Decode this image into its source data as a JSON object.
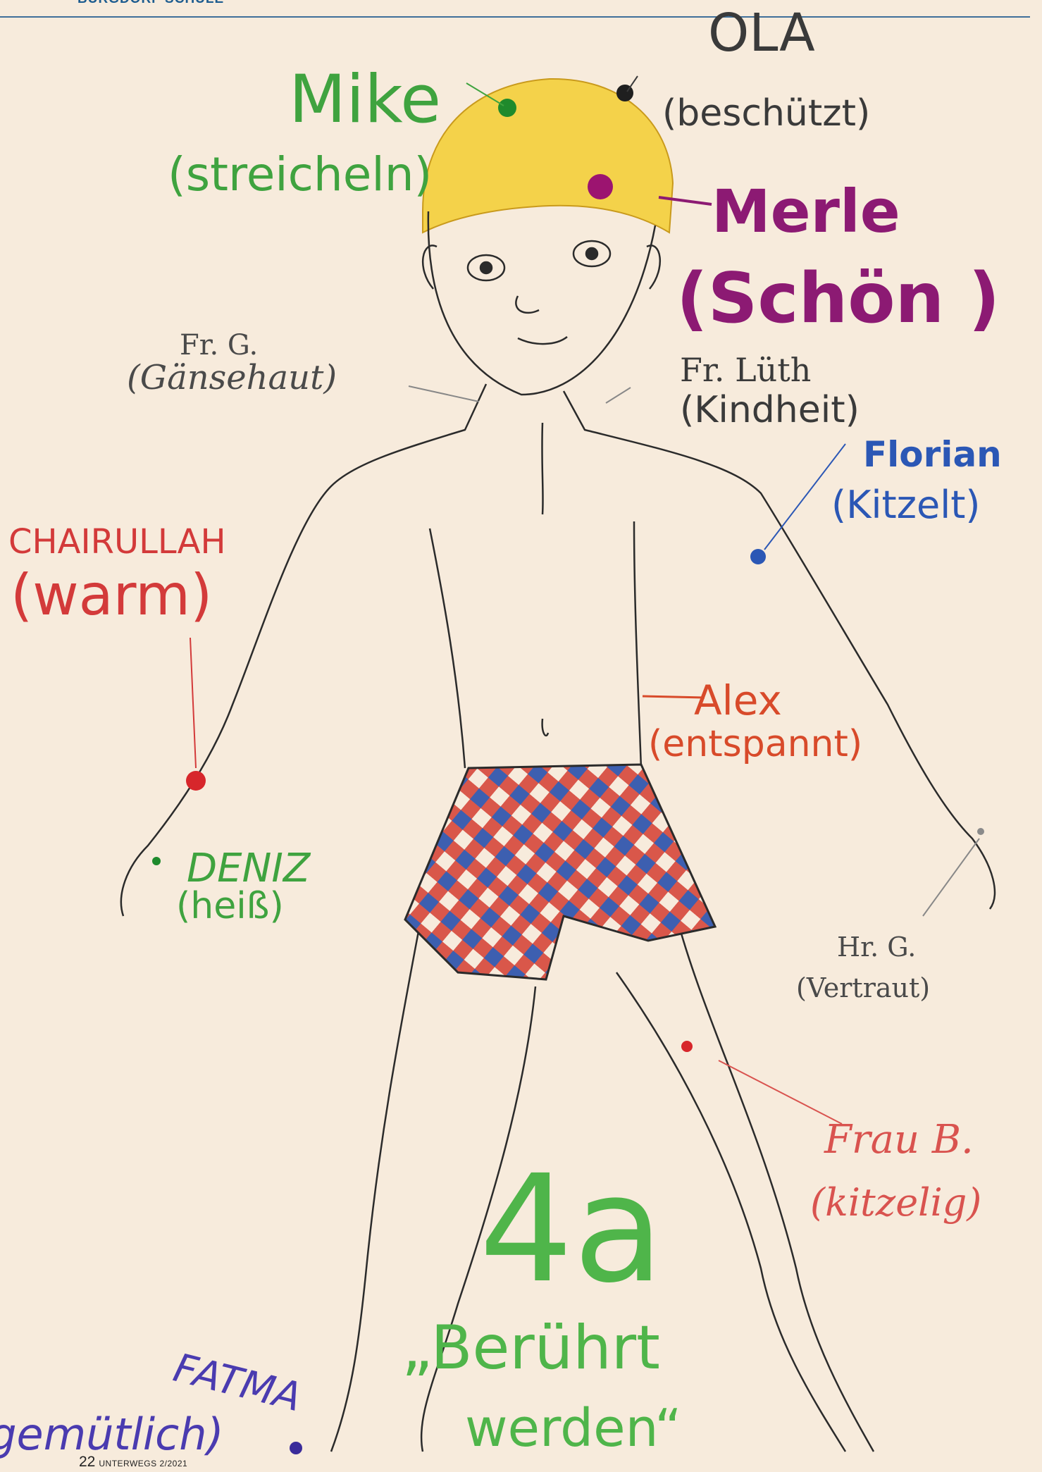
{
  "header": {
    "section_label": "BURGDORF SCHULE"
  },
  "drawing": {
    "class_label": "4a",
    "title_line1": "„Berührt",
    "title_line2": "werden“",
    "annotations": [
      {
        "name": "Mike",
        "feeling": "(streicheln)",
        "color": "#3fa33f"
      },
      {
        "name": "OLA",
        "feeling": "(beschützt)",
        "color": "#3a3a3a"
      },
      {
        "name": "Merle",
        "feeling": "(Schön )",
        "color": "#8c1a73"
      },
      {
        "name": "Fr. G.",
        "feeling": "(Gänsehaut)",
        "color": "#4a4a4a"
      },
      {
        "name": "Fr. Lüth",
        "feeling": "(Kindheit)",
        "color": "#3a3a3a"
      },
      {
        "name": "Florian",
        "feeling": "(Kitzelt)",
        "color": "#2b57b5"
      },
      {
        "name": "CHAIRULLAH",
        "feeling": "(warm)",
        "color": "#d33a3a"
      },
      {
        "name": "Alex",
        "feeling": "(entspannt)",
        "color": "#d84a2a"
      },
      {
        "name": "DENIZ",
        "feeling": "(heiß)",
        "color": "#3fa33f"
      },
      {
        "name": "Hr. G.",
        "feeling": "(Vertraut)",
        "color": "#4a4a4a"
      },
      {
        "name": "Frau B.",
        "feeling": "(kitzelig)",
        "color": "#d9534f"
      },
      {
        "name": "FATMA",
        "feeling": "(gemütlich)",
        "color": "#4a3bb0"
      }
    ]
  },
  "footer": {
    "page_number": "22",
    "magazine": "UNTERWEGS 2/2021"
  }
}
